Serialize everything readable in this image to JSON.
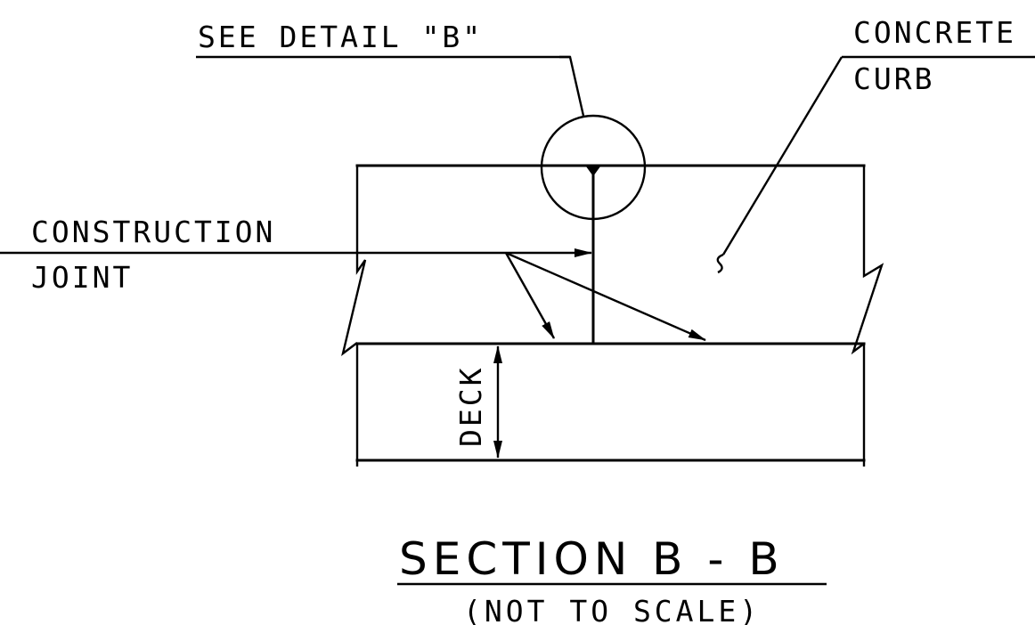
{
  "labels": {
    "see_detail": "SEE DETAIL \"B\"",
    "concrete": "CONCRETE",
    "curb": "CURB",
    "construction": "CONSTRUCTION",
    "joint": "JOINT",
    "deck": "DECK"
  },
  "title": {
    "main": "SECTION B - B",
    "sub": "(NOT TO SCALE)"
  }
}
